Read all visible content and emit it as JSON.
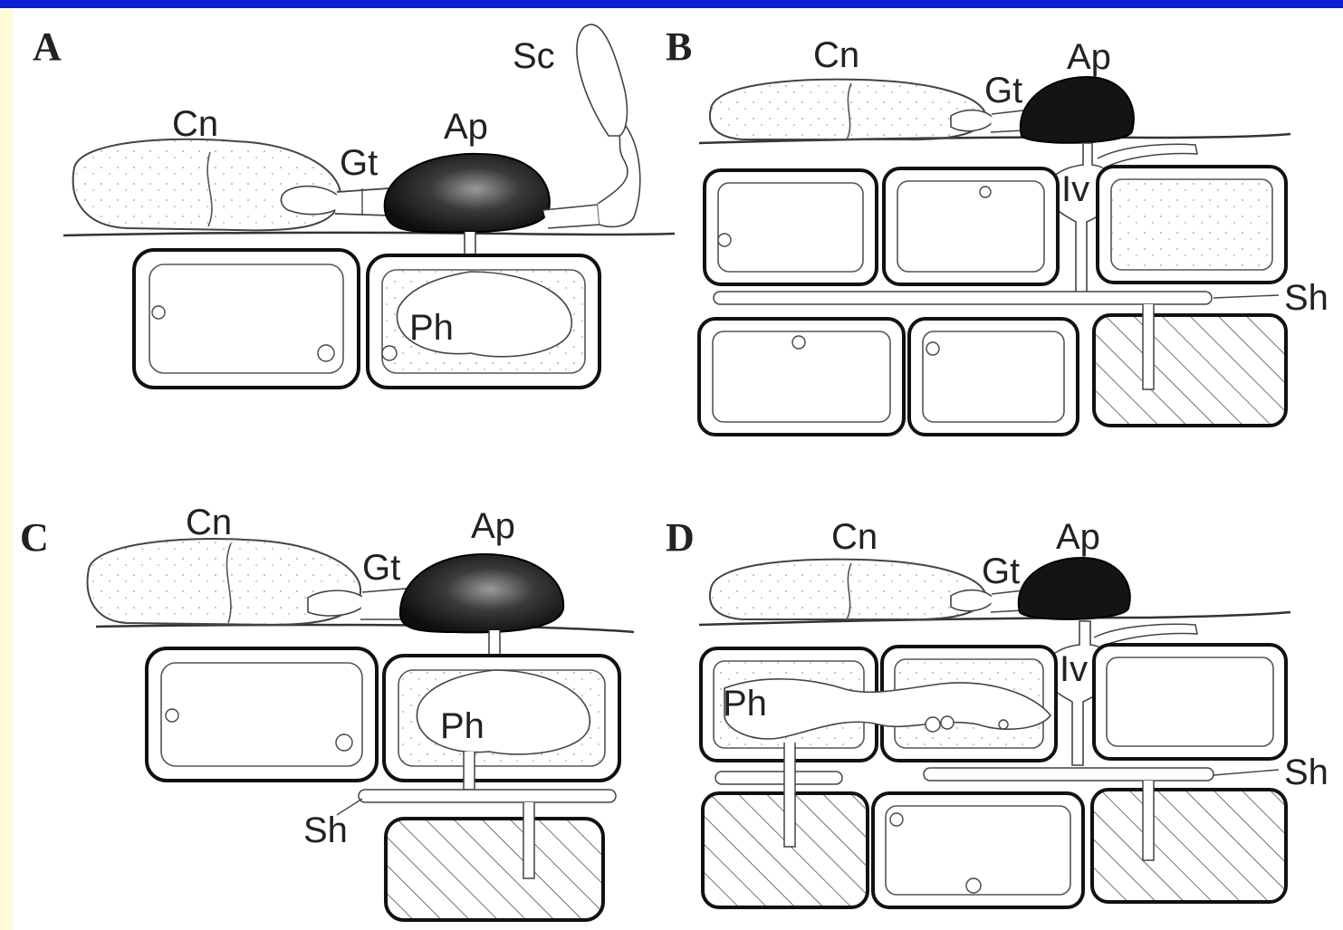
{
  "panels": [
    {
      "letter": "A",
      "labels": {
        "cn": "Cn",
        "gt": "Gt",
        "ap": "Ap",
        "sc": "Sc",
        "ph": "Ph"
      }
    },
    {
      "letter": "B",
      "labels": {
        "cn": "Cn",
        "gt": "Gt",
        "ap": "Ap",
        "iv": "Iv",
        "sh": "Sh"
      }
    },
    {
      "letter": "C",
      "labels": {
        "cn": "Cn",
        "gt": "Gt",
        "ap": "Ap",
        "ph": "Ph",
        "sh": "Sh"
      }
    },
    {
      "letter": "D",
      "labels": {
        "cn": "Cn",
        "gt": "Gt",
        "ap": "Ap",
        "iv": "Iv",
        "ph": "Ph",
        "sh": "Sh"
      }
    }
  ],
  "colors": {
    "top_bar": "#0a1fd6",
    "side_margin": "#fffcd6",
    "appressorium": "#161616",
    "ink": "#222222"
  }
}
